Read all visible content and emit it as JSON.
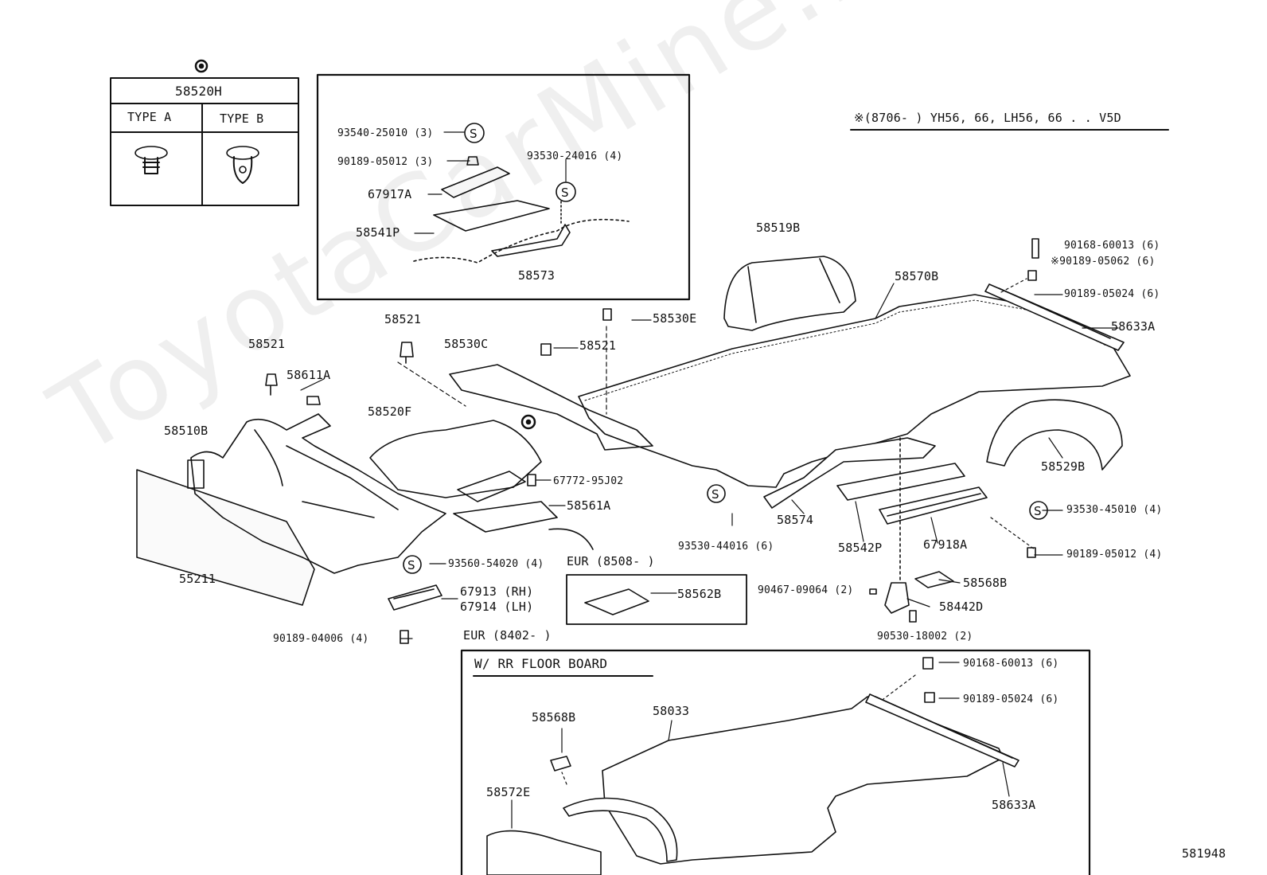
{
  "watermark": "ToyotaCarMine.ru",
  "legend_table": {
    "header": "58520H",
    "type_a": "TYPE A",
    "type_b": "TYPE B"
  },
  "note_range": "※(8706-      ) YH56, 66, LH56, 66 . . V5D",
  "eur_8508": "EUR (8508-      )",
  "eur_8402": "EUR (8402-      )",
  "rr_floor_board": "W/ RR FLOOR BOARD",
  "ref_number": "581948",
  "parts": {
    "p93540_25010": "93540-25010 (3)",
    "p90189_05012_3": "90189-05012 (3)",
    "p93530_24016": "93530-24016 (4)",
    "p67917A": "67917A",
    "p58541P": "58541P",
    "p58573": "58573",
    "p58519B": "58519B",
    "p58570B": "58570B",
    "p90168_60013_top": "90168-60013 (6)",
    "p90189_05062": "※90189-05062 (6)",
    "p90189_05024_top": "90189-05024 (6)",
    "p58633A_top": "58633A",
    "p58521_a": "58521",
    "p58521_b": "58521",
    "p58521_c": "58521",
    "p58530E": "58530E",
    "p58530C": "58530C",
    "p58611A": "58611A",
    "p58510B": "58510B",
    "p58520F": "58520F",
    "p67772_95J02": "67772-95J02",
    "p58561A": "58561A",
    "p58529B": "58529B",
    "p93530_45010": "93530-45010 (4)",
    "p90189_05012_4": "90189-05012 (4)",
    "p58574": "58574",
    "p58542P": "58542P",
    "p67918A": "67918A",
    "p93530_44016": "93530-44016 (6)",
    "p55211": "55211",
    "p93560_54020": "93560-54020 (4)",
    "p67913": "67913 (RH)",
    "p67914": "67914 (LH)",
    "p90189_04006": "90189-04006 (4)",
    "p58562B": "58562B",
    "p90467_09064": "90467-09064 (2)",
    "p58568B_top": "58568B",
    "p58442D": "58442D",
    "p90530_18002": "90530-18002 (2)",
    "p90168_60013_bot": "90168-60013 (6)",
    "p90189_05024_bot": "90189-05024 (6)",
    "p58568B_bot": "58568B",
    "p58033": "58033",
    "p58572E": "58572E",
    "p58633A_bot": "58633A"
  }
}
